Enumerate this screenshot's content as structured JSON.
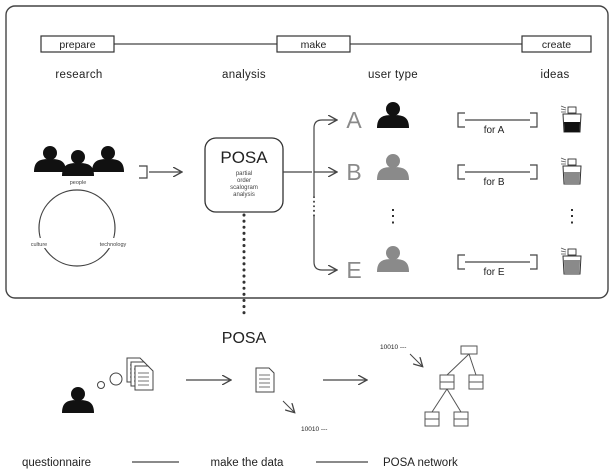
{
  "stages": [
    {
      "box": "prepare",
      "label": "research"
    },
    {
      "box": "make",
      "label": "analysis"
    },
    {
      "label": "user type"
    },
    {
      "box": "create",
      "label": "ideas"
    }
  ],
  "research": {
    "people": "people",
    "culture": "culture",
    "technology": "technology"
  },
  "posa_box": {
    "title": "POSA",
    "lines": [
      "partial",
      "order",
      "scalogram",
      "analysis"
    ]
  },
  "user_types": [
    {
      "letter": "A",
      "for_label": "for A"
    },
    {
      "letter": "B",
      "for_label": "for B"
    },
    {
      "letter": "E",
      "for_label": "for E"
    }
  ],
  "ellipsis": "⋮",
  "posa_bottom": {
    "title": "POSA",
    "code_top": "10010 ---",
    "code_bottom": "10010 ---"
  },
  "bottom_flow": [
    "questionnaire",
    "make the data",
    "POSA network"
  ],
  "colors": {
    "black": "#111111",
    "grey": "#8a8a8a",
    "frame": "#444444"
  }
}
